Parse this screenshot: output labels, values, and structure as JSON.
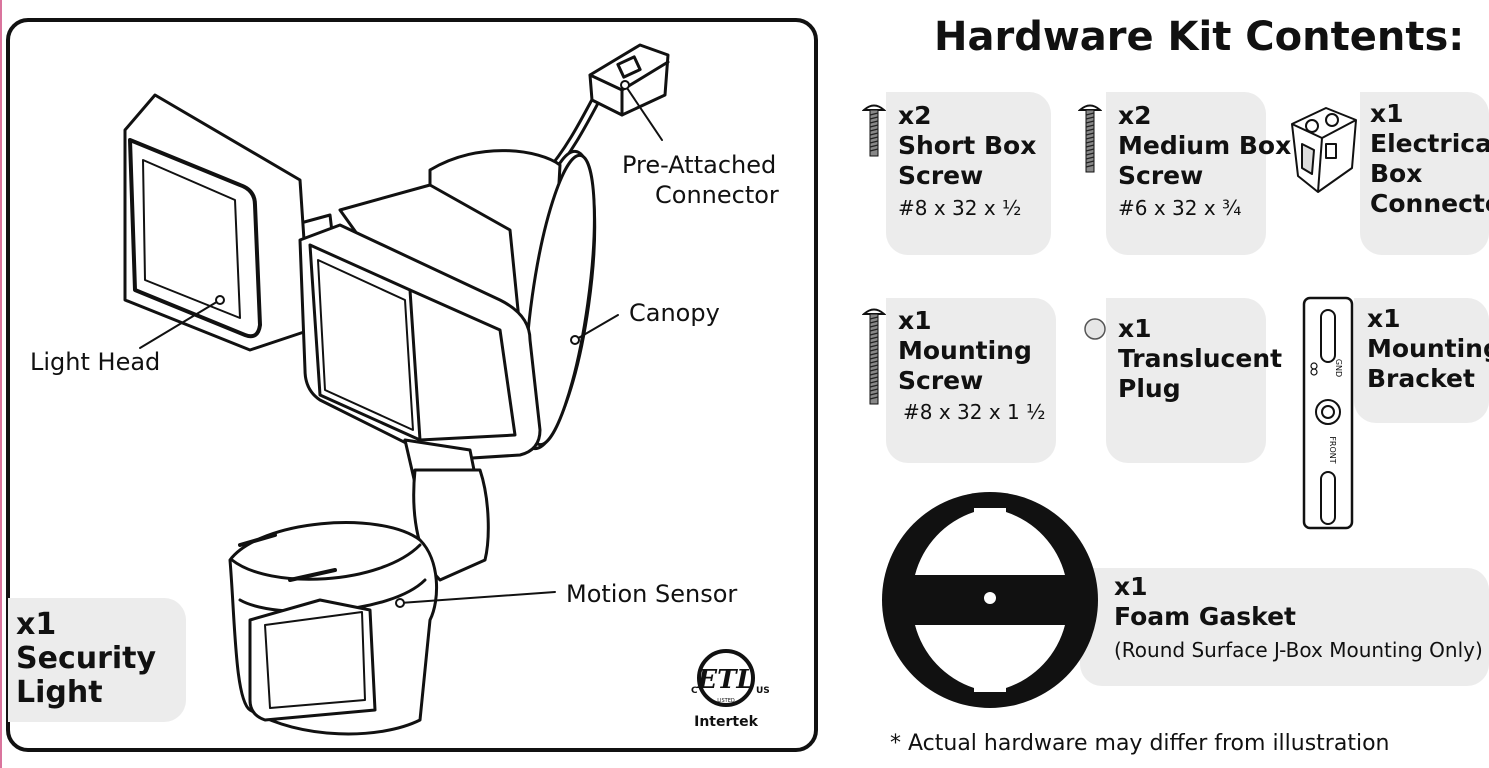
{
  "title": "Hardware Kit Contents:",
  "footnote": "* Actual hardware may differ from illustration",
  "light": {
    "labels": {
      "connector_line1": "Pre-Attached",
      "connector_line2": "Connector",
      "canopy": "Canopy",
      "light_head": "Light Head",
      "motion_sensor": "Motion Sensor"
    },
    "product": {
      "qty": "x1",
      "name_line1": "Security",
      "name_line2": "Light"
    },
    "certification": {
      "mark": "ETL",
      "left": "C",
      "right": "US",
      "listed": "LISTED",
      "brand": "Intertek"
    }
  },
  "kit": {
    "short_box_screw": {
      "qty": "x2",
      "name_line1": "Short Box",
      "name_line2": "Screw",
      "spec": "#8 x 32 x ½"
    },
    "medium_box_screw": {
      "qty": "x2",
      "name_line1": "Medium Box",
      "name_line2": "Screw",
      "spec": "#6 x 32 x ¾"
    },
    "electrical_box_connector": {
      "qty": "x1",
      "name_line1": "Electrical",
      "name_line2": "Box",
      "name_line3": "Connector"
    },
    "mounting_screw": {
      "qty": "x1",
      "name_line1": "Mounting",
      "name_line2": "Screw",
      "spec": "#8 x 32 x 1 ½"
    },
    "translucent_plug": {
      "qty": "x1",
      "name_line1": "Translucent",
      "name_line2": "Plug"
    },
    "mounting_bracket": {
      "qty": "x1",
      "name_line1": "Mounting",
      "name_line2": "Bracket",
      "text_gnd": "GND",
      "text_front": "FRONT"
    },
    "foam_gasket": {
      "qty": "x1",
      "name": "Foam Gasket",
      "note": "(Round Surface J-Box Mounting Only)"
    }
  }
}
